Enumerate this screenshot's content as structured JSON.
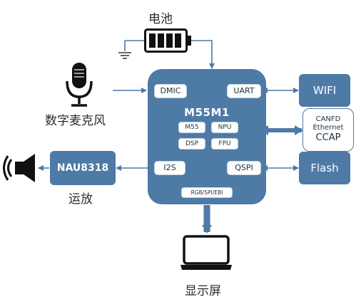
{
  "battery": {
    "label": "电池"
  },
  "microphone": {
    "label": "数字麦克风"
  },
  "amplifier": {
    "label": "运放"
  },
  "display": {
    "label": "显示屏"
  },
  "mcu": {
    "title": "M55M1",
    "interfaces": {
      "dmic": "DMIC",
      "uart": "UART",
      "i2s": "I2S",
      "qspi": "QSPI",
      "bus": "RGB/SPI/EBI"
    },
    "cores": [
      "M55",
      "NPU",
      "DSP",
      "FPU"
    ]
  },
  "peripherals": {
    "wifi": "WIFI",
    "flash": "Flash",
    "codec": "NAU8318",
    "can_group": {
      "line1": "CANFD",
      "line2": "Ethernet",
      "line3": "CCAP"
    }
  },
  "colors": {
    "primary": "#4e7aa6",
    "arrow": "#4e7aa6"
  },
  "icons": [
    "battery-icon",
    "microphone-icon",
    "speaker-icon",
    "laptop-icon",
    "ground-icon"
  ]
}
